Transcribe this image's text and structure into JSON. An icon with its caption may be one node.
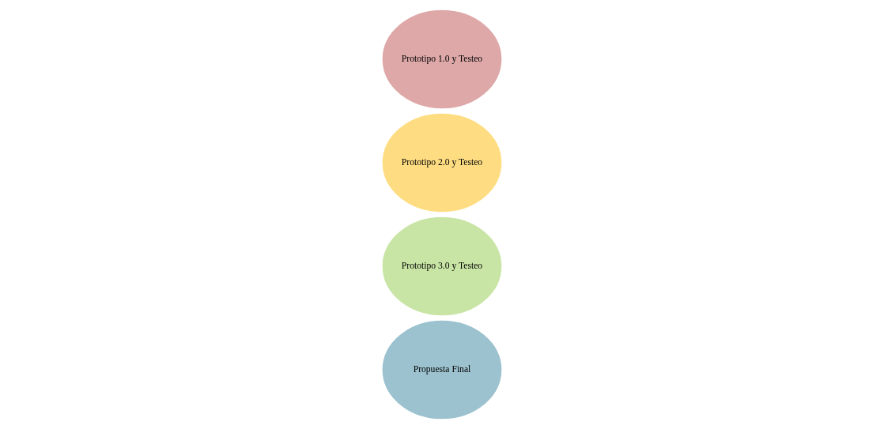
{
  "diagram": {
    "nodes": [
      {
        "text": [
          "Prototipo 1.0 y Testeo"
        ]
      },
      {
        "text": [
          "Prototipo 2.0 y Testeo"
        ]
      },
      {
        "text": [
          "Prototipo 3.0 y Testeo"
        ]
      },
      {
        "text": [
          "Propuesta Final"
        ]
      }
    ]
  }
}
